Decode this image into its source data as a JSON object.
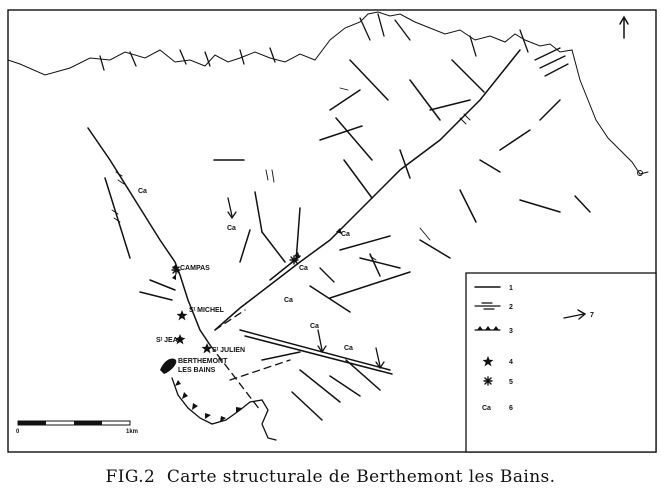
{
  "caption": {
    "fig_number": "FIG.2",
    "title": "Carte structurale de Berthemont les Bains."
  },
  "places": {
    "campas": "CAMPAS",
    "st_michel": "Sᵗ MICHEL",
    "st_jean": "Sᵗ JEAN",
    "st_julien": "Sᵗ JULIEN",
    "berthemont_1": "BERTHEMONT",
    "berthemont_2": "LES BAINS"
  },
  "ca_labels": [
    "Ca",
    "Ca",
    "Ca",
    "Ca",
    "Ca",
    "Ca",
    "Ca",
    "Ca"
  ],
  "legend": {
    "items": [
      "1",
      "2",
      "3",
      "4",
      "5",
      "6"
    ],
    "item6_symbol": "Ca",
    "item7": "7"
  },
  "scale": {
    "start": "0",
    "end": "1km"
  },
  "north_arrow": "north-arrow-icon"
}
